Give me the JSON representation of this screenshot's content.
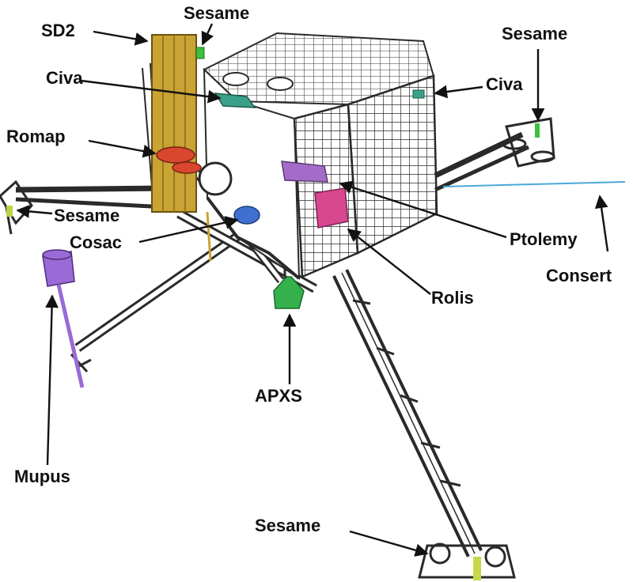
{
  "colors": {
    "background": "#ffffff",
    "structure": "#2a2a2a",
    "sd2": "#c9a434",
    "romap": "#d9472f",
    "civa": "#3aa08a",
    "cosac": "#3f6fd0",
    "mupus": "#9a6ad6",
    "apxs": "#34b04c",
    "ptolemy": "#d7488f",
    "rolis": "#a46cc8",
    "sesame": "#3fbf3f",
    "consert": "#4aa8d8",
    "label_text": "#111111"
  },
  "labels": {
    "sd2": "SD2",
    "sesame_top": "Sesame",
    "civa_left": "Civa",
    "romap": "Romap",
    "sesame_left": "Sesame",
    "cosac": "Cosac",
    "mupus": "Mupus",
    "apxs": "APXS",
    "sesame_right": "Sesame",
    "civa_right": "Civa",
    "ptolemy": "Ptolemy",
    "consert": "Consert",
    "rolis": "Rolis",
    "sesame_bottom": "Sesame"
  }
}
